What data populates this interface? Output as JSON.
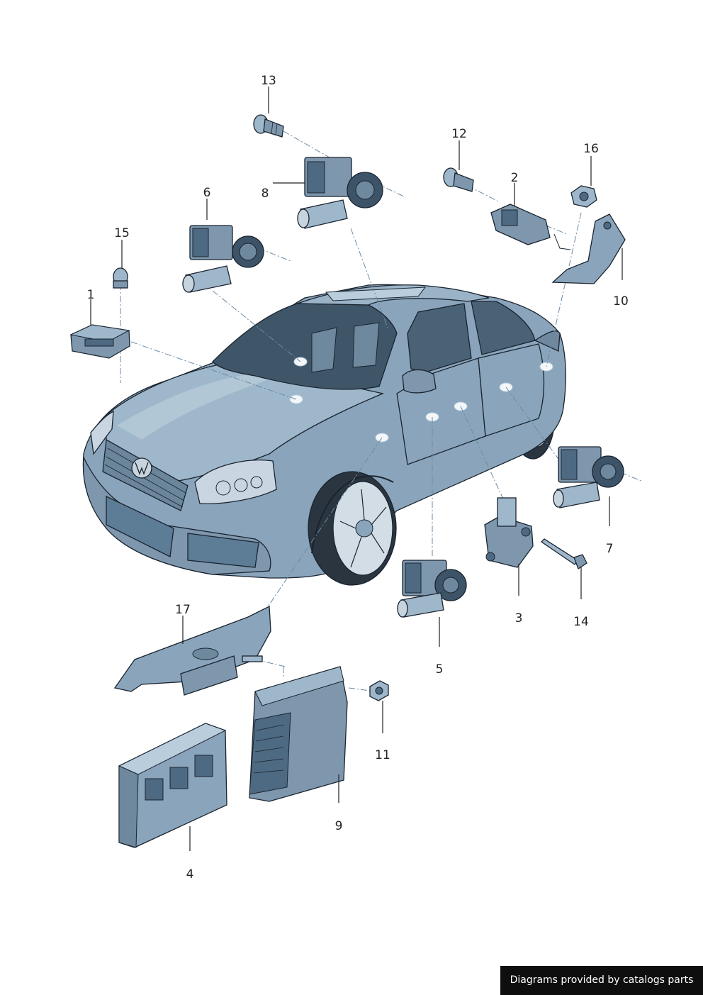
{
  "callouts": {
    "c1": "1",
    "c2": "2",
    "c3": "3",
    "c4": "4",
    "c5": "5",
    "c6": "6",
    "c7": "7",
    "c8": "8",
    "c9": "9",
    "c10": "10",
    "c11": "11",
    "c12": "12",
    "c13": "13",
    "c14": "14",
    "c15": "15",
    "c16": "16",
    "c17": "17"
  },
  "footer": {
    "credit": "Diagrams provided by catalogs parts"
  },
  "colors": {
    "body": "#8aa5bb",
    "body_dark": "#5d7c96",
    "body_light": "#b9cddc",
    "glass": "#3f5669",
    "part": "#7e97ad",
    "part_dark": "#4e6a82",
    "connector": "#3d5468",
    "highlight": "#f4f7fa"
  }
}
